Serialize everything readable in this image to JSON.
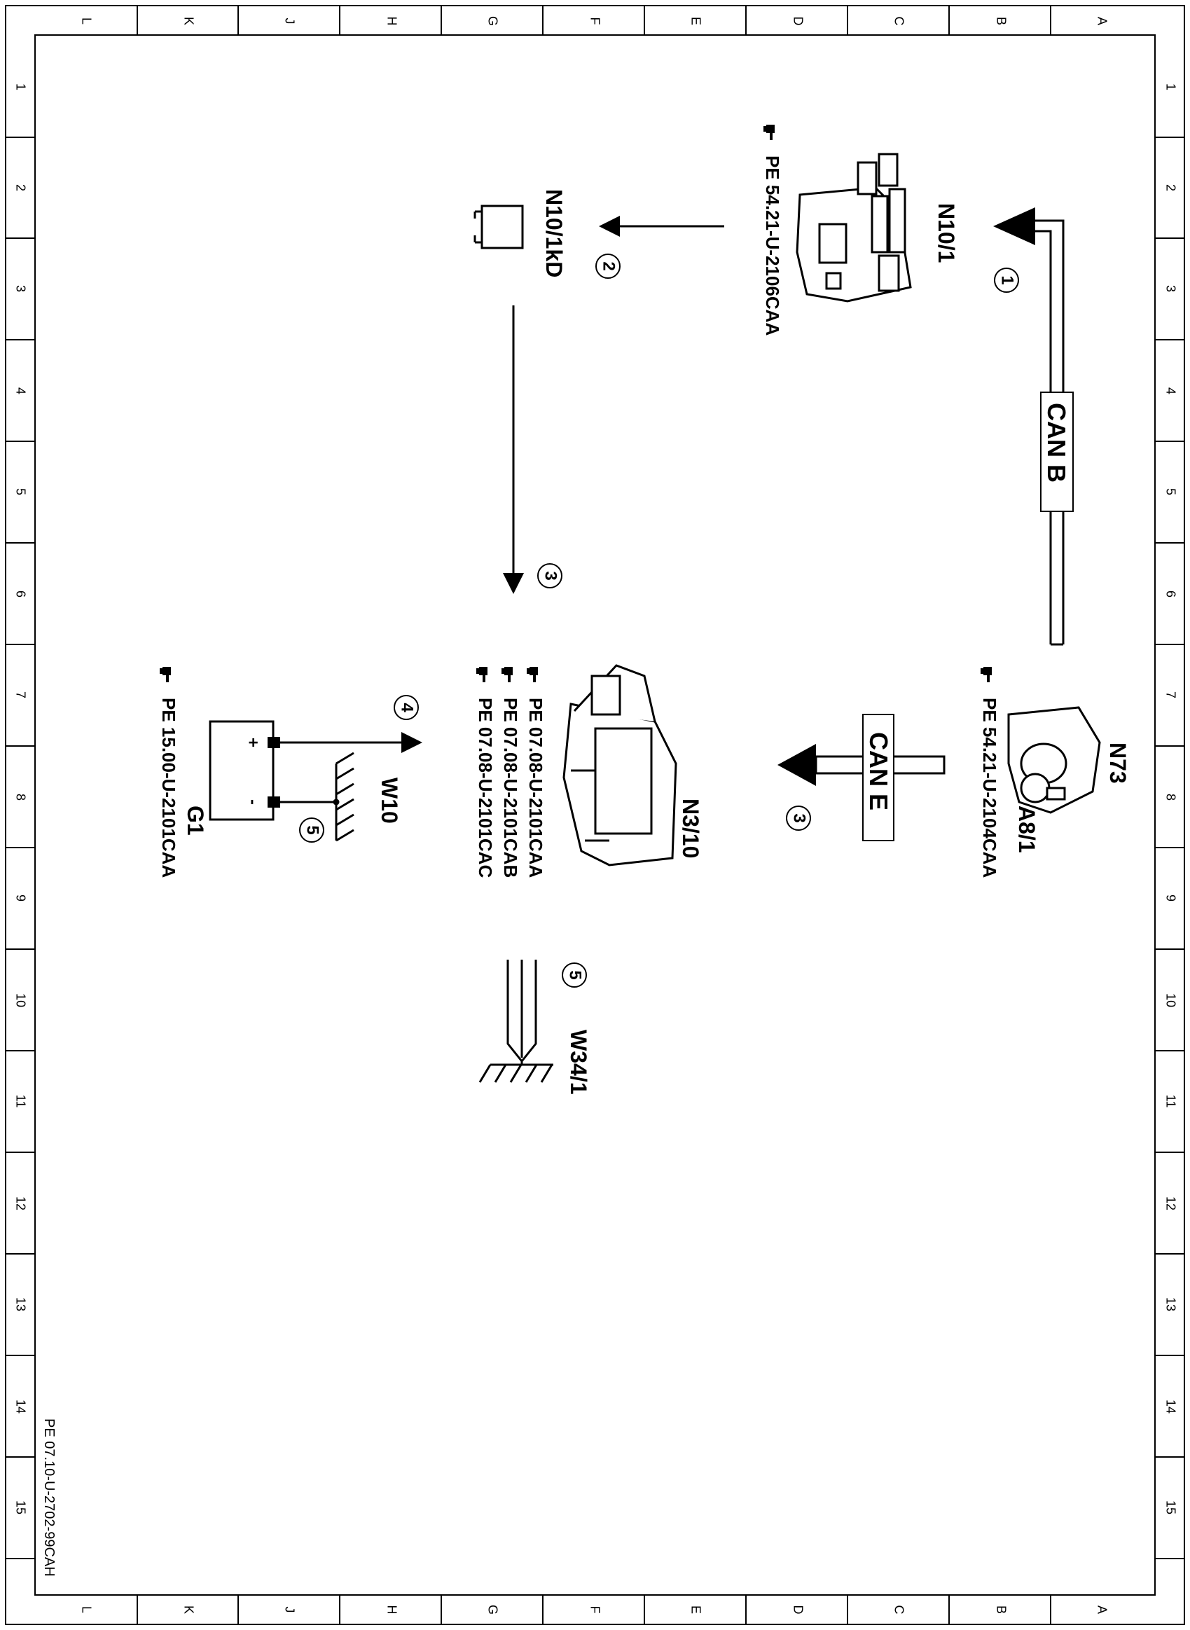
{
  "sheet": {
    "columns": [
      "A",
      "B",
      "C",
      "D",
      "E",
      "F",
      "G",
      "H",
      "J",
      "K",
      "L"
    ],
    "rows": [
      "1",
      "2",
      "3",
      "4",
      "5",
      "6",
      "7",
      "8",
      "9",
      "10",
      "11",
      "12",
      "13",
      "14",
      "15"
    ],
    "document_number": "PE 07.10-U-2702-99CAH"
  },
  "components": {
    "n10_1": {
      "label": "N10/1",
      "reference": "PE  54.21-U-2106CAA"
    },
    "n10_1kd": {
      "label": "N10/1kD"
    },
    "n73": {
      "label": "N73",
      "sublabel": "A8/1",
      "reference": "PE  54.21-U-2104CAA"
    },
    "n3_10": {
      "label": "N3/10",
      "references": [
        "PE  07.08-U-2101CAA",
        "PE  07.08-U-2101CAB",
        "PE  07.08-U-2101CAC"
      ]
    },
    "g1": {
      "label": "G1",
      "reference": "PE  15.00-U-2101CAA",
      "plus": "+",
      "minus": "-"
    },
    "w10": {
      "label": "W10"
    },
    "w34_1": {
      "label": "W34/1"
    }
  },
  "buses": {
    "can_b": "CAN B",
    "can_e": "CAN E"
  },
  "steps": [
    "1",
    "2",
    "3",
    "3",
    "4",
    "5",
    "5"
  ],
  "icons": {
    "reference_hand": "pointing-hand-icon"
  }
}
